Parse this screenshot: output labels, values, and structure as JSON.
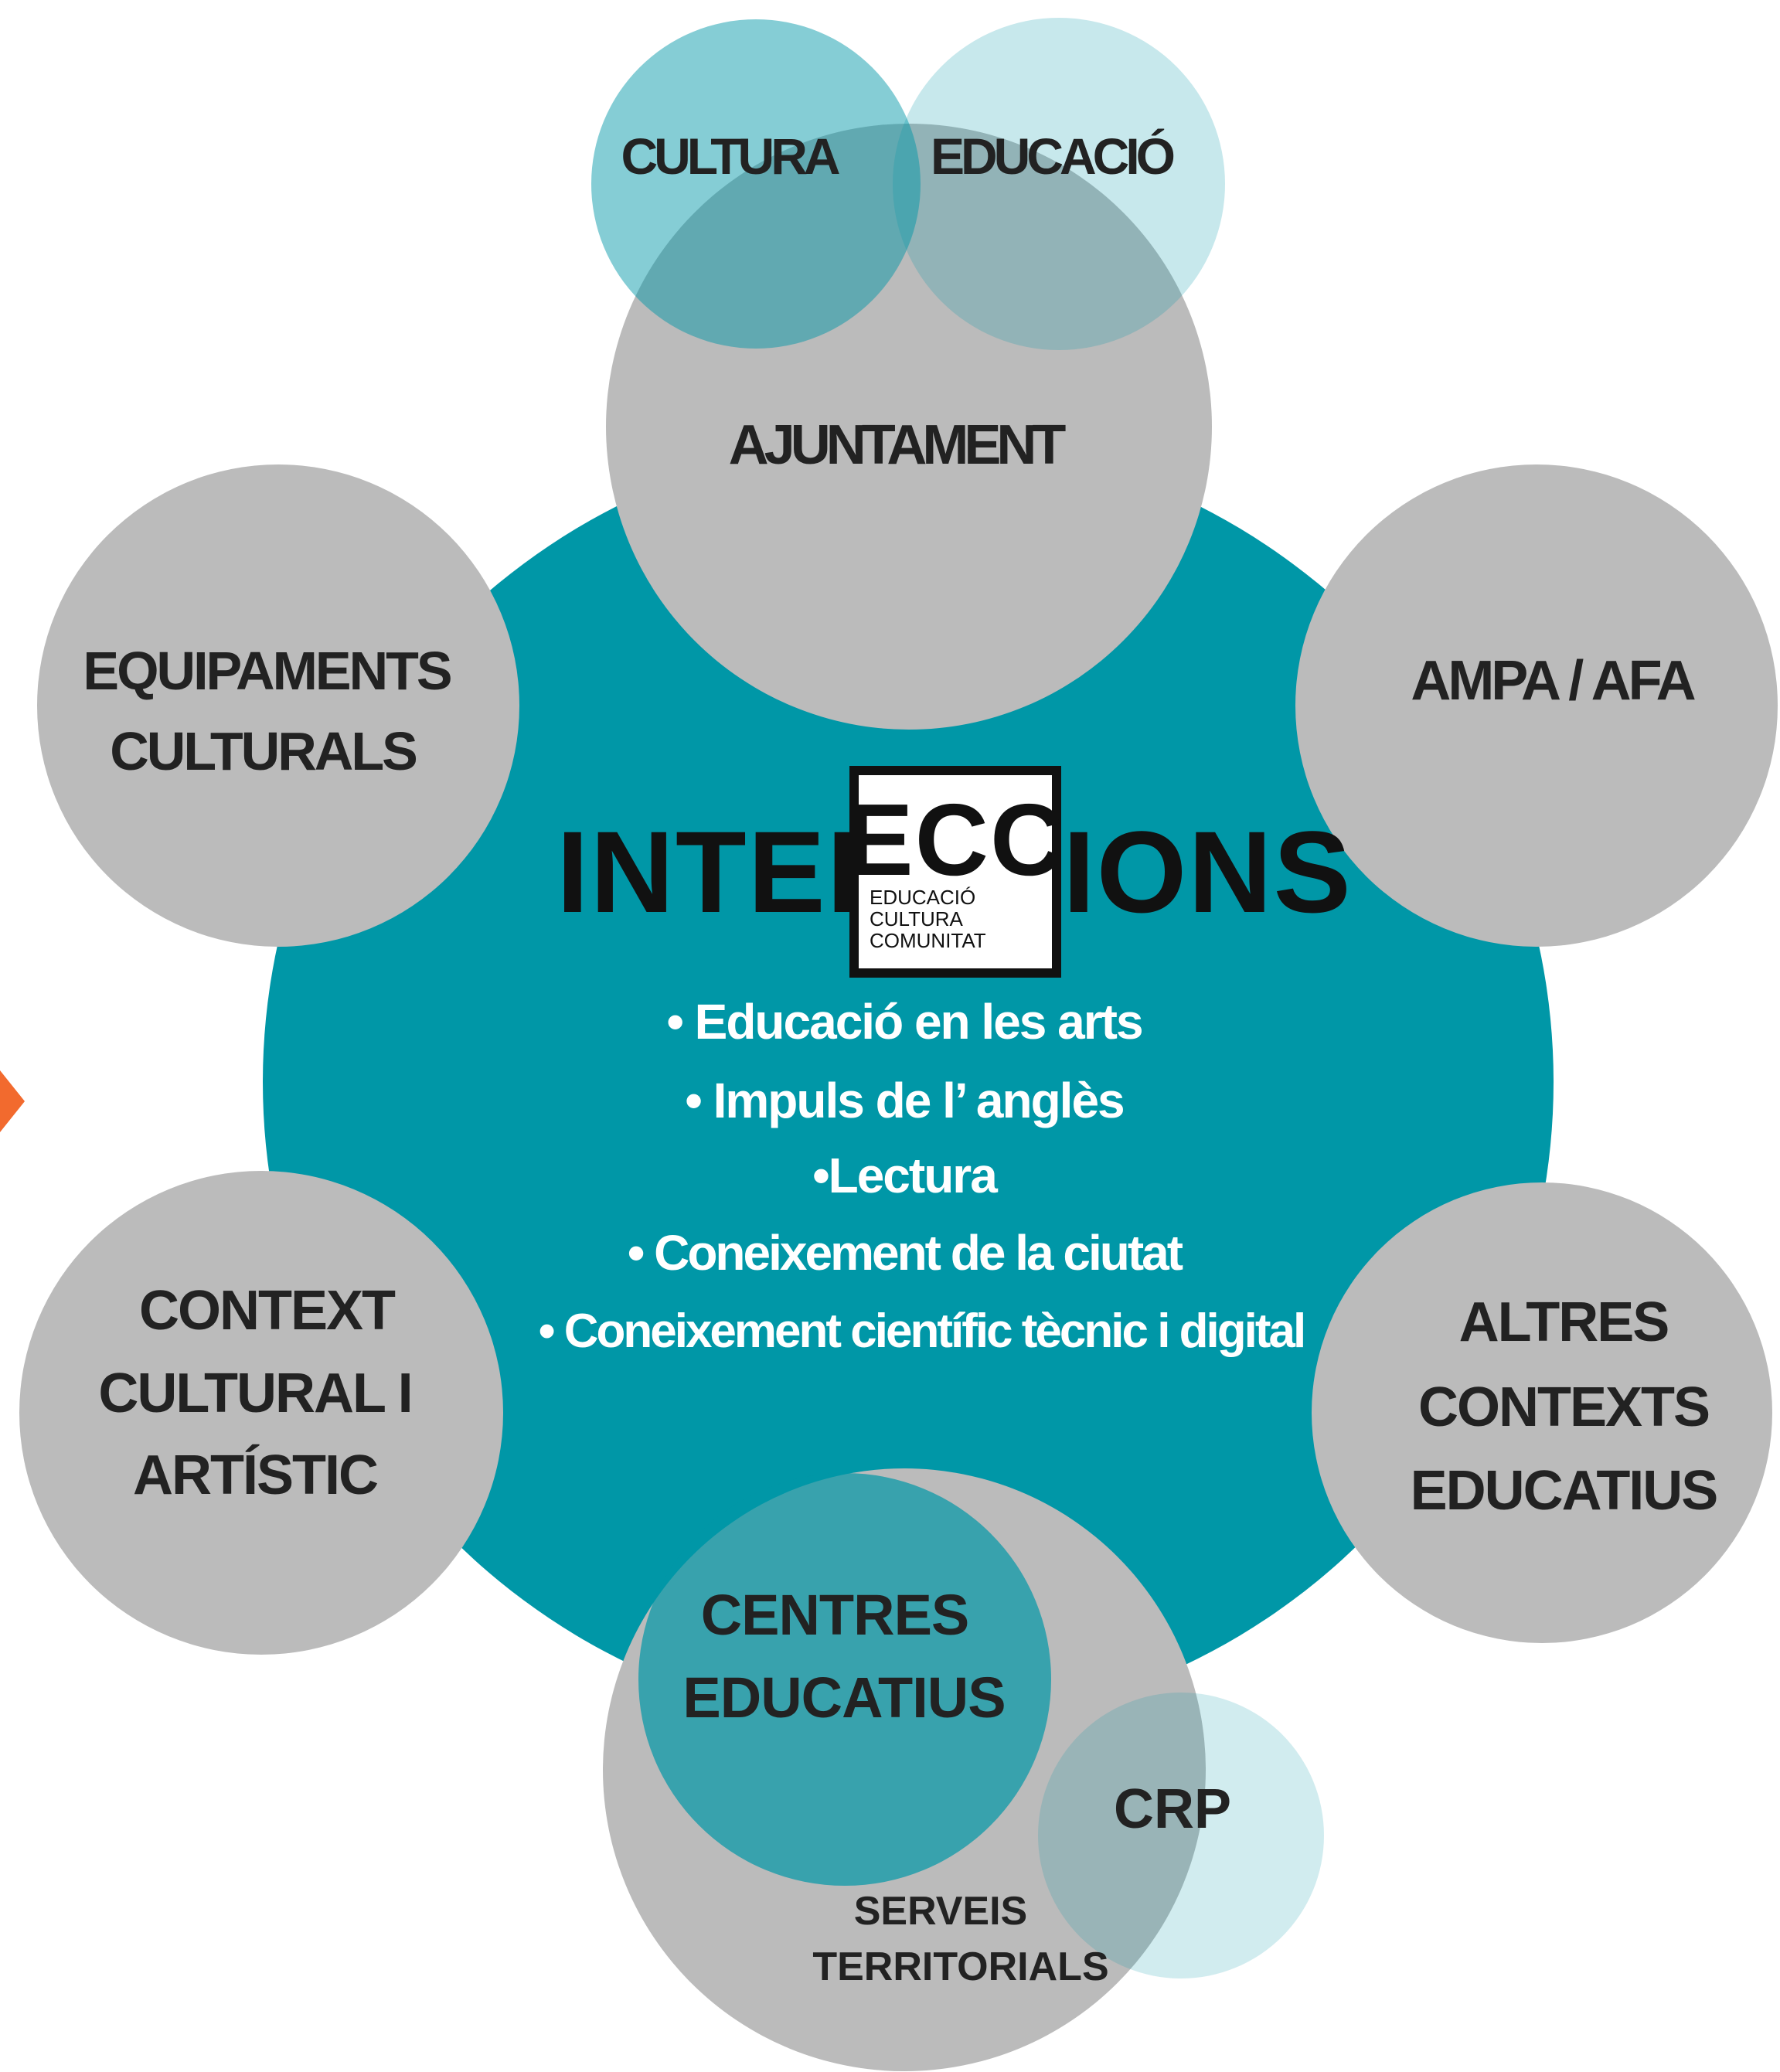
{
  "colors": {
    "teal_main": "#0097a7",
    "gray_circle": "#bbbbbb",
    "teal_light": "#6ec4cf",
    "teal_pale": "#c4e4ea",
    "orange_arrow": "#f26a2e",
    "text_dark": "#222222",
    "text_white": "#ffffff"
  },
  "top_circles": {
    "cultura": "CULTURA",
    "educacio": "EDUCACIÓ"
  },
  "nodes": {
    "ajuntament": "AJUNTAMENT",
    "equipaments": [
      "EQUIPAMENTS",
      "CULTURALS"
    ],
    "ampa": "AMPA / AFA",
    "context": [
      "CONTEXT",
      "CULTURAL I",
      "ARTÍSTIC"
    ],
    "altres": [
      "ALTRES",
      "CONTEXTS",
      "EDUCATIUS"
    ],
    "centres": [
      "CENTRES",
      "EDUCATIUS"
    ],
    "crp": "CRP",
    "serveis": [
      "SERVEIS",
      "TERRITORIALS"
    ]
  },
  "logo": {
    "word_left": "INTERS",
    "word_right": "IONS",
    "box_big": "ECC",
    "box_lines": [
      "EDUCACIÓ",
      "CULTURA",
      "COMUNITAT"
    ]
  },
  "bullets": [
    "• Educació en les arts",
    "• Impuls de l’ anglès",
    "•Lectura",
    "• Coneixement de la ciutat",
    "• Coneixement científic  tècnic i digital"
  ],
  "icons": {
    "arrow": "play-arrow-icon"
  }
}
